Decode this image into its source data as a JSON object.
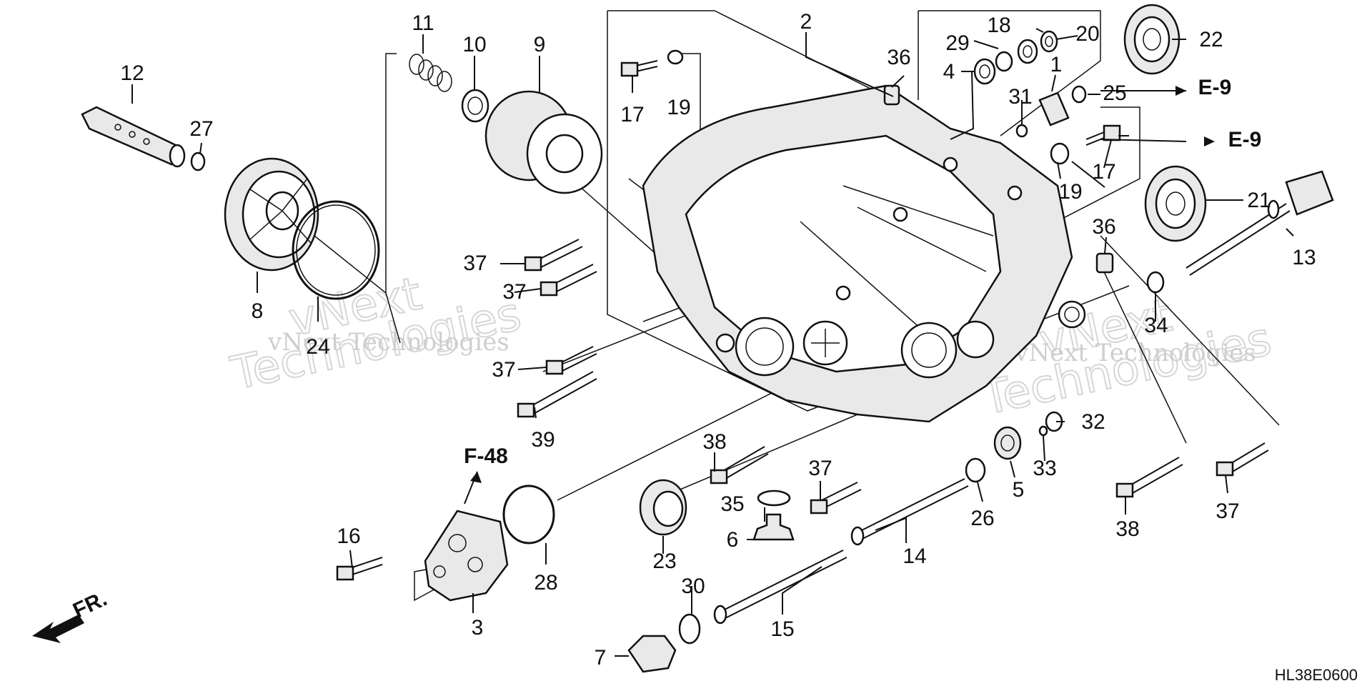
{
  "diagram_code": "HL38E0600",
  "direction_label": "FR.",
  "references": {
    "e9_upper": "E-9",
    "e9_lower": "E-9",
    "f48": "F-48"
  },
  "watermark": {
    "line1": "vNext Technologies",
    "line2": "Technologies",
    "line3": "vNext"
  },
  "callouts": {
    "c1": "1",
    "c2": "2",
    "c3": "3",
    "c4": "4",
    "c5": "5",
    "c6": "6",
    "c7": "7",
    "c8": "8",
    "c9": "9",
    "c10": "10",
    "c11": "11",
    "c12": "12",
    "c13": "13",
    "c14": "14",
    "c15": "15",
    "c16": "16",
    "c17a": "17",
    "c17b": "17",
    "c18": "18",
    "c19a": "19",
    "c19b": "19",
    "c20": "20",
    "c21": "21",
    "c22": "22",
    "c23": "23",
    "c24": "24",
    "c25": "25",
    "c26": "26",
    "c27": "27",
    "c28": "28",
    "c29": "29",
    "c30": "30",
    "c31": "31",
    "c32": "32",
    "c33": "33",
    "c34": "34",
    "c35": "35",
    "c36a": "36",
    "c36b": "36",
    "c37a": "37",
    "c37b": "37",
    "c37c": "37",
    "c37d": "37",
    "c37e": "37",
    "c38a": "38",
    "c38b": "38",
    "c39": "39"
  }
}
